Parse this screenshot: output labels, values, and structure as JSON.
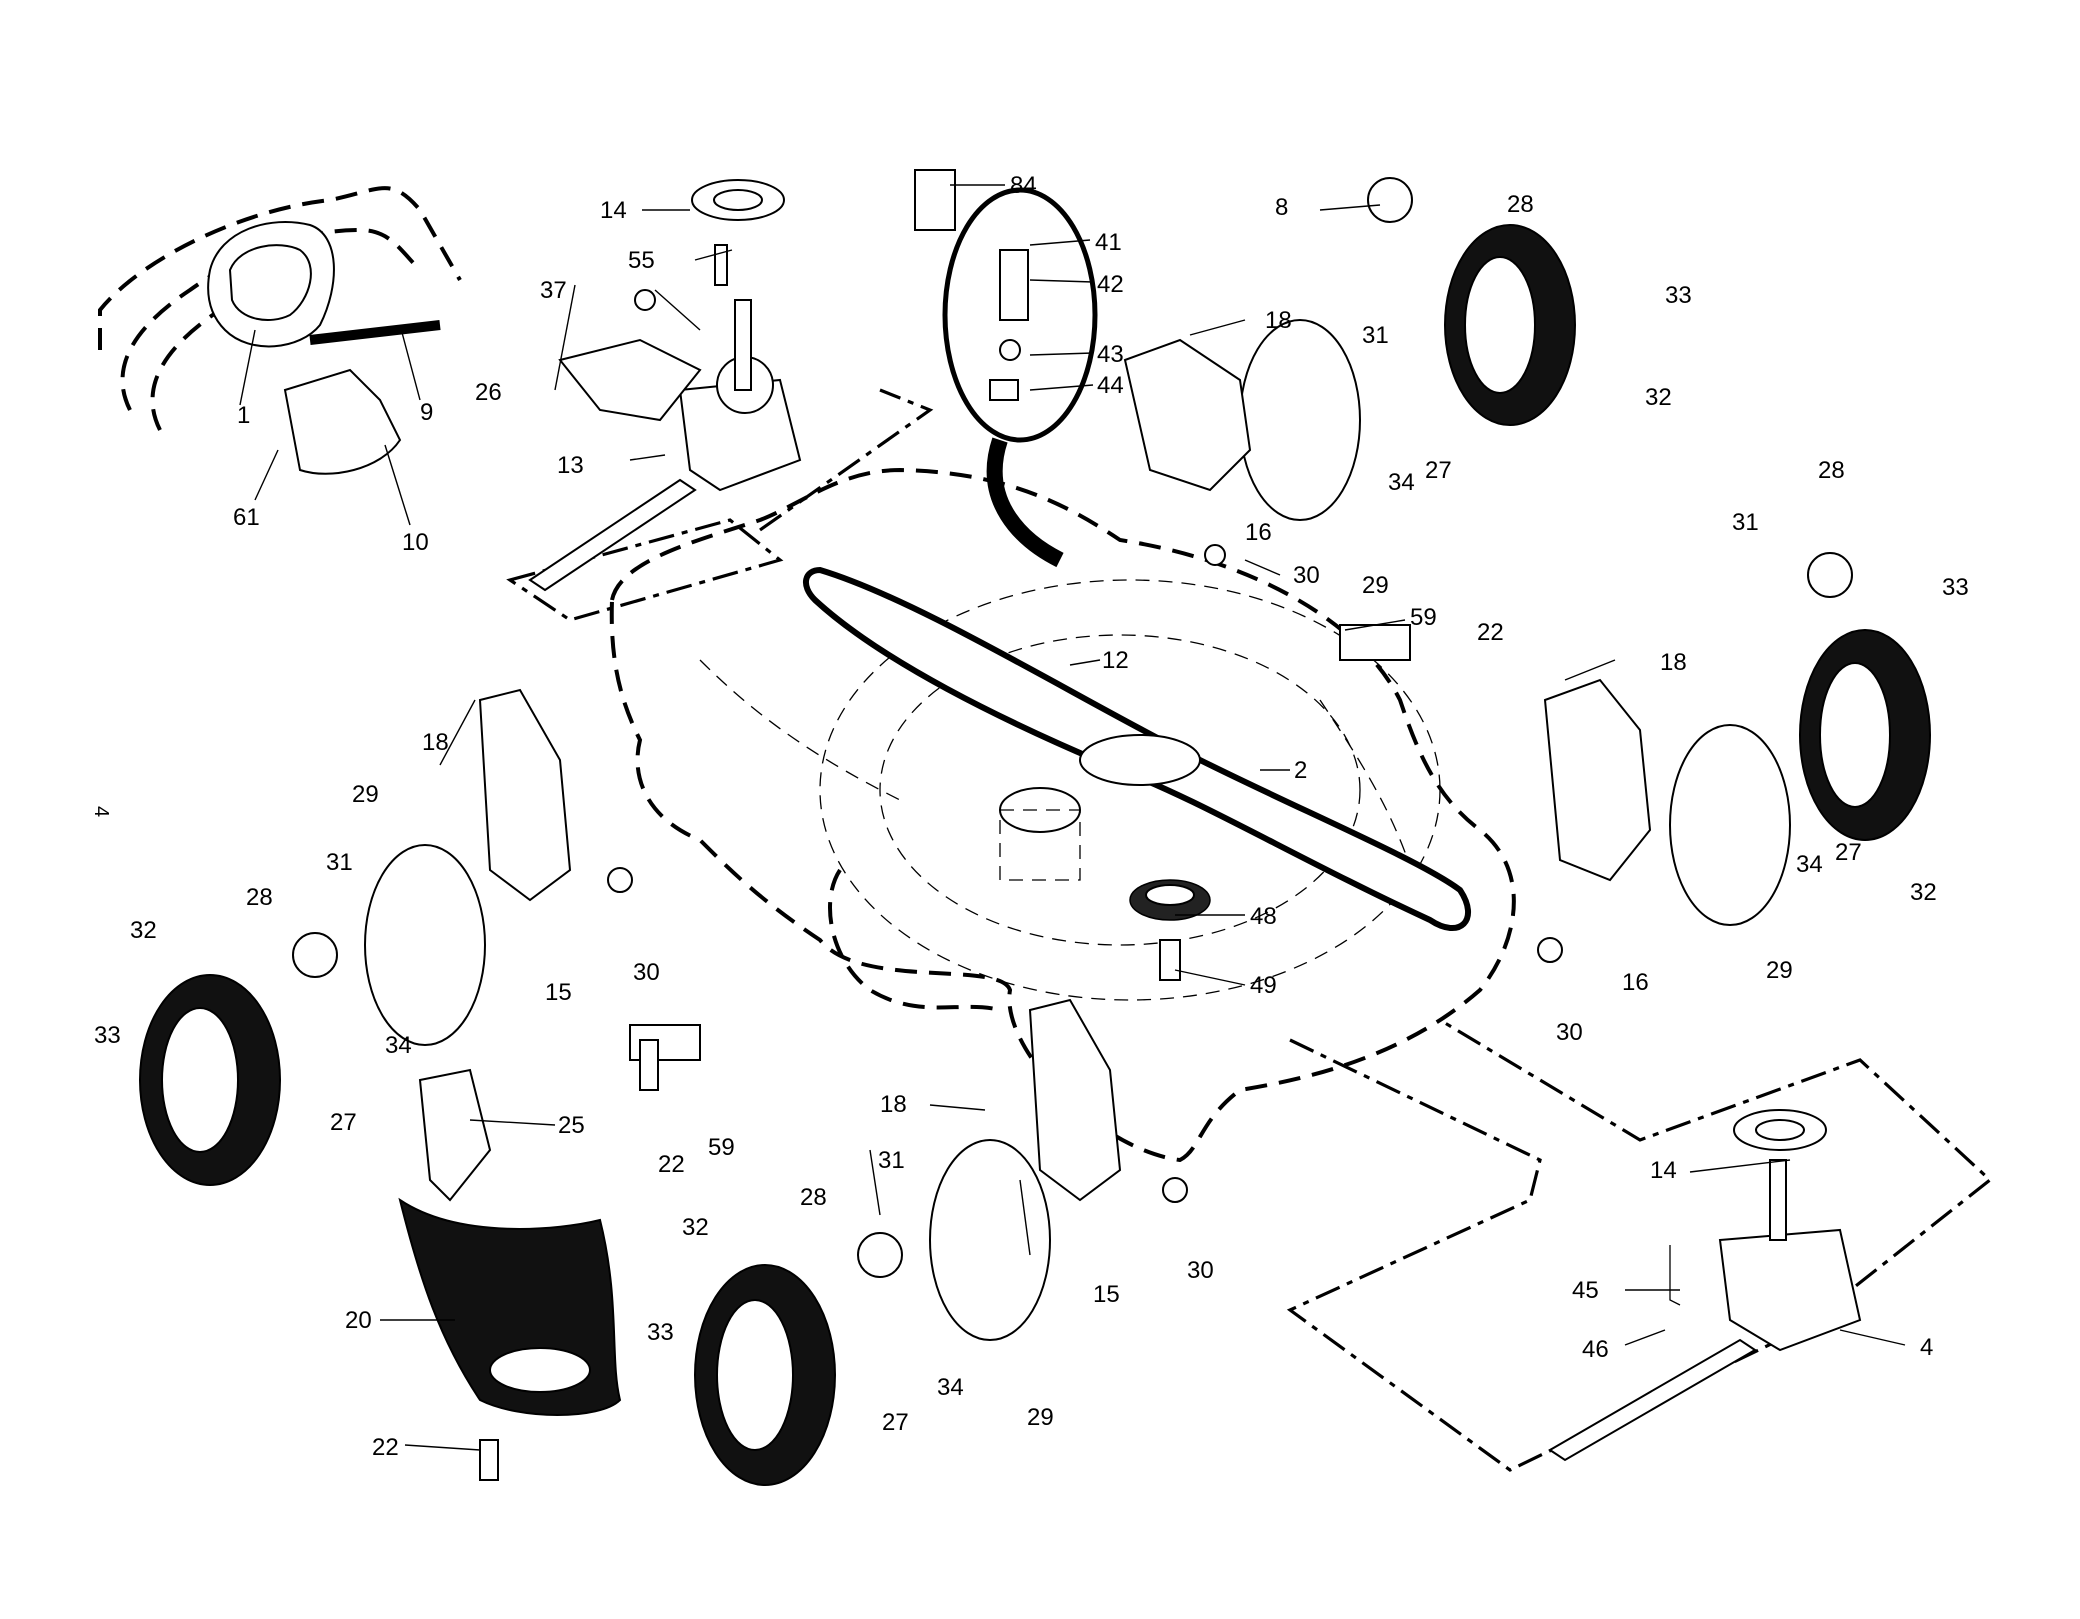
{
  "page": {
    "number": "4"
  },
  "diagram": {
    "callouts": [
      "1",
      "2",
      "4",
      "8",
      "9",
      "10",
      "12",
      "13",
      "14",
      "15",
      "16",
      "18",
      "20",
      "22",
      "25",
      "26",
      "27",
      "28",
      "29",
      "30",
      "31",
      "32",
      "33",
      "34",
      "37",
      "41",
      "42",
      "43",
      "44",
      "45",
      "46",
      "48",
      "49",
      "55",
      "59",
      "61",
      "84"
    ]
  }
}
